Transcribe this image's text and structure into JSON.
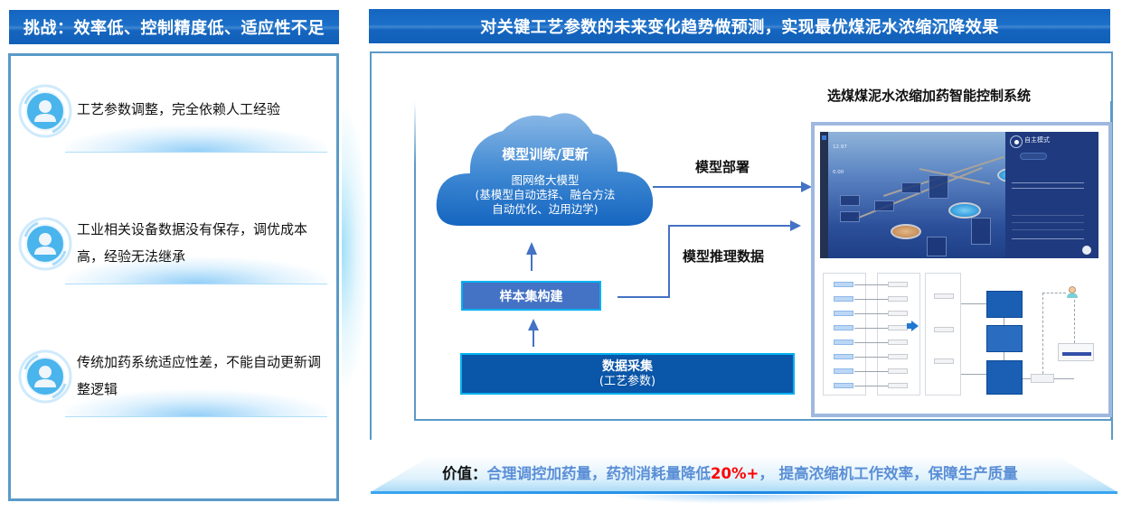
{
  "left_panel": {
    "title": "挑战：效率低、控制精度低、适应性不足",
    "challenges": [
      {
        "icon": "user-avatar-icon",
        "text": "工艺参数调整，完全依赖人工经验"
      },
      {
        "icon": "user-avatar-icon",
        "text": "工业相关设备数据没有保存，调优成本高，经验无法继承"
      },
      {
        "icon": "user-avatar-icon",
        "text": "传统加药系统适应性差，不能自动更新调整逻辑"
      }
    ]
  },
  "right_panel": {
    "title": "对关键工艺参数的未来变化趋势做预测，实现最优煤泥水浓缩沉降效果",
    "cloud": {
      "title": "模型训练/更新",
      "subtitle_lines": [
        "图网络大模型",
        "(基模型自动选择、融合方法",
        "自动优化、边用边学)"
      ]
    },
    "edges": {
      "deploy_label": "模型部署",
      "inference_label": "模型推理数据"
    },
    "sample_box": "样本集构建",
    "collect_box": {
      "title": "数据采集",
      "subtitle": "(工艺参数)"
    },
    "system": {
      "title": "选煤煤泥水浓缩加药智能控制系统",
      "dashboard": {
        "mode_label": "自主模式",
        "readouts": [
          "12.97",
          "0.00"
        ]
      }
    }
  },
  "value": {
    "label": "价值：",
    "text_before": "合理调控加药量，药剂消耗量降低",
    "highlight": "20%+",
    "text_after": "， 提高浓缩机工作效率，保障生产质量"
  },
  "colors": {
    "banner_blue": "#1565c0",
    "frame_blue": "#5a9ac8",
    "box_sample": "#4472c4",
    "box_collect": "#0a56a8",
    "box_border": "#00b0f0",
    "arrow_blue": "#4472c4",
    "highlight_red": "#ff0000",
    "value_text_blue": "#5b8fd6"
  }
}
